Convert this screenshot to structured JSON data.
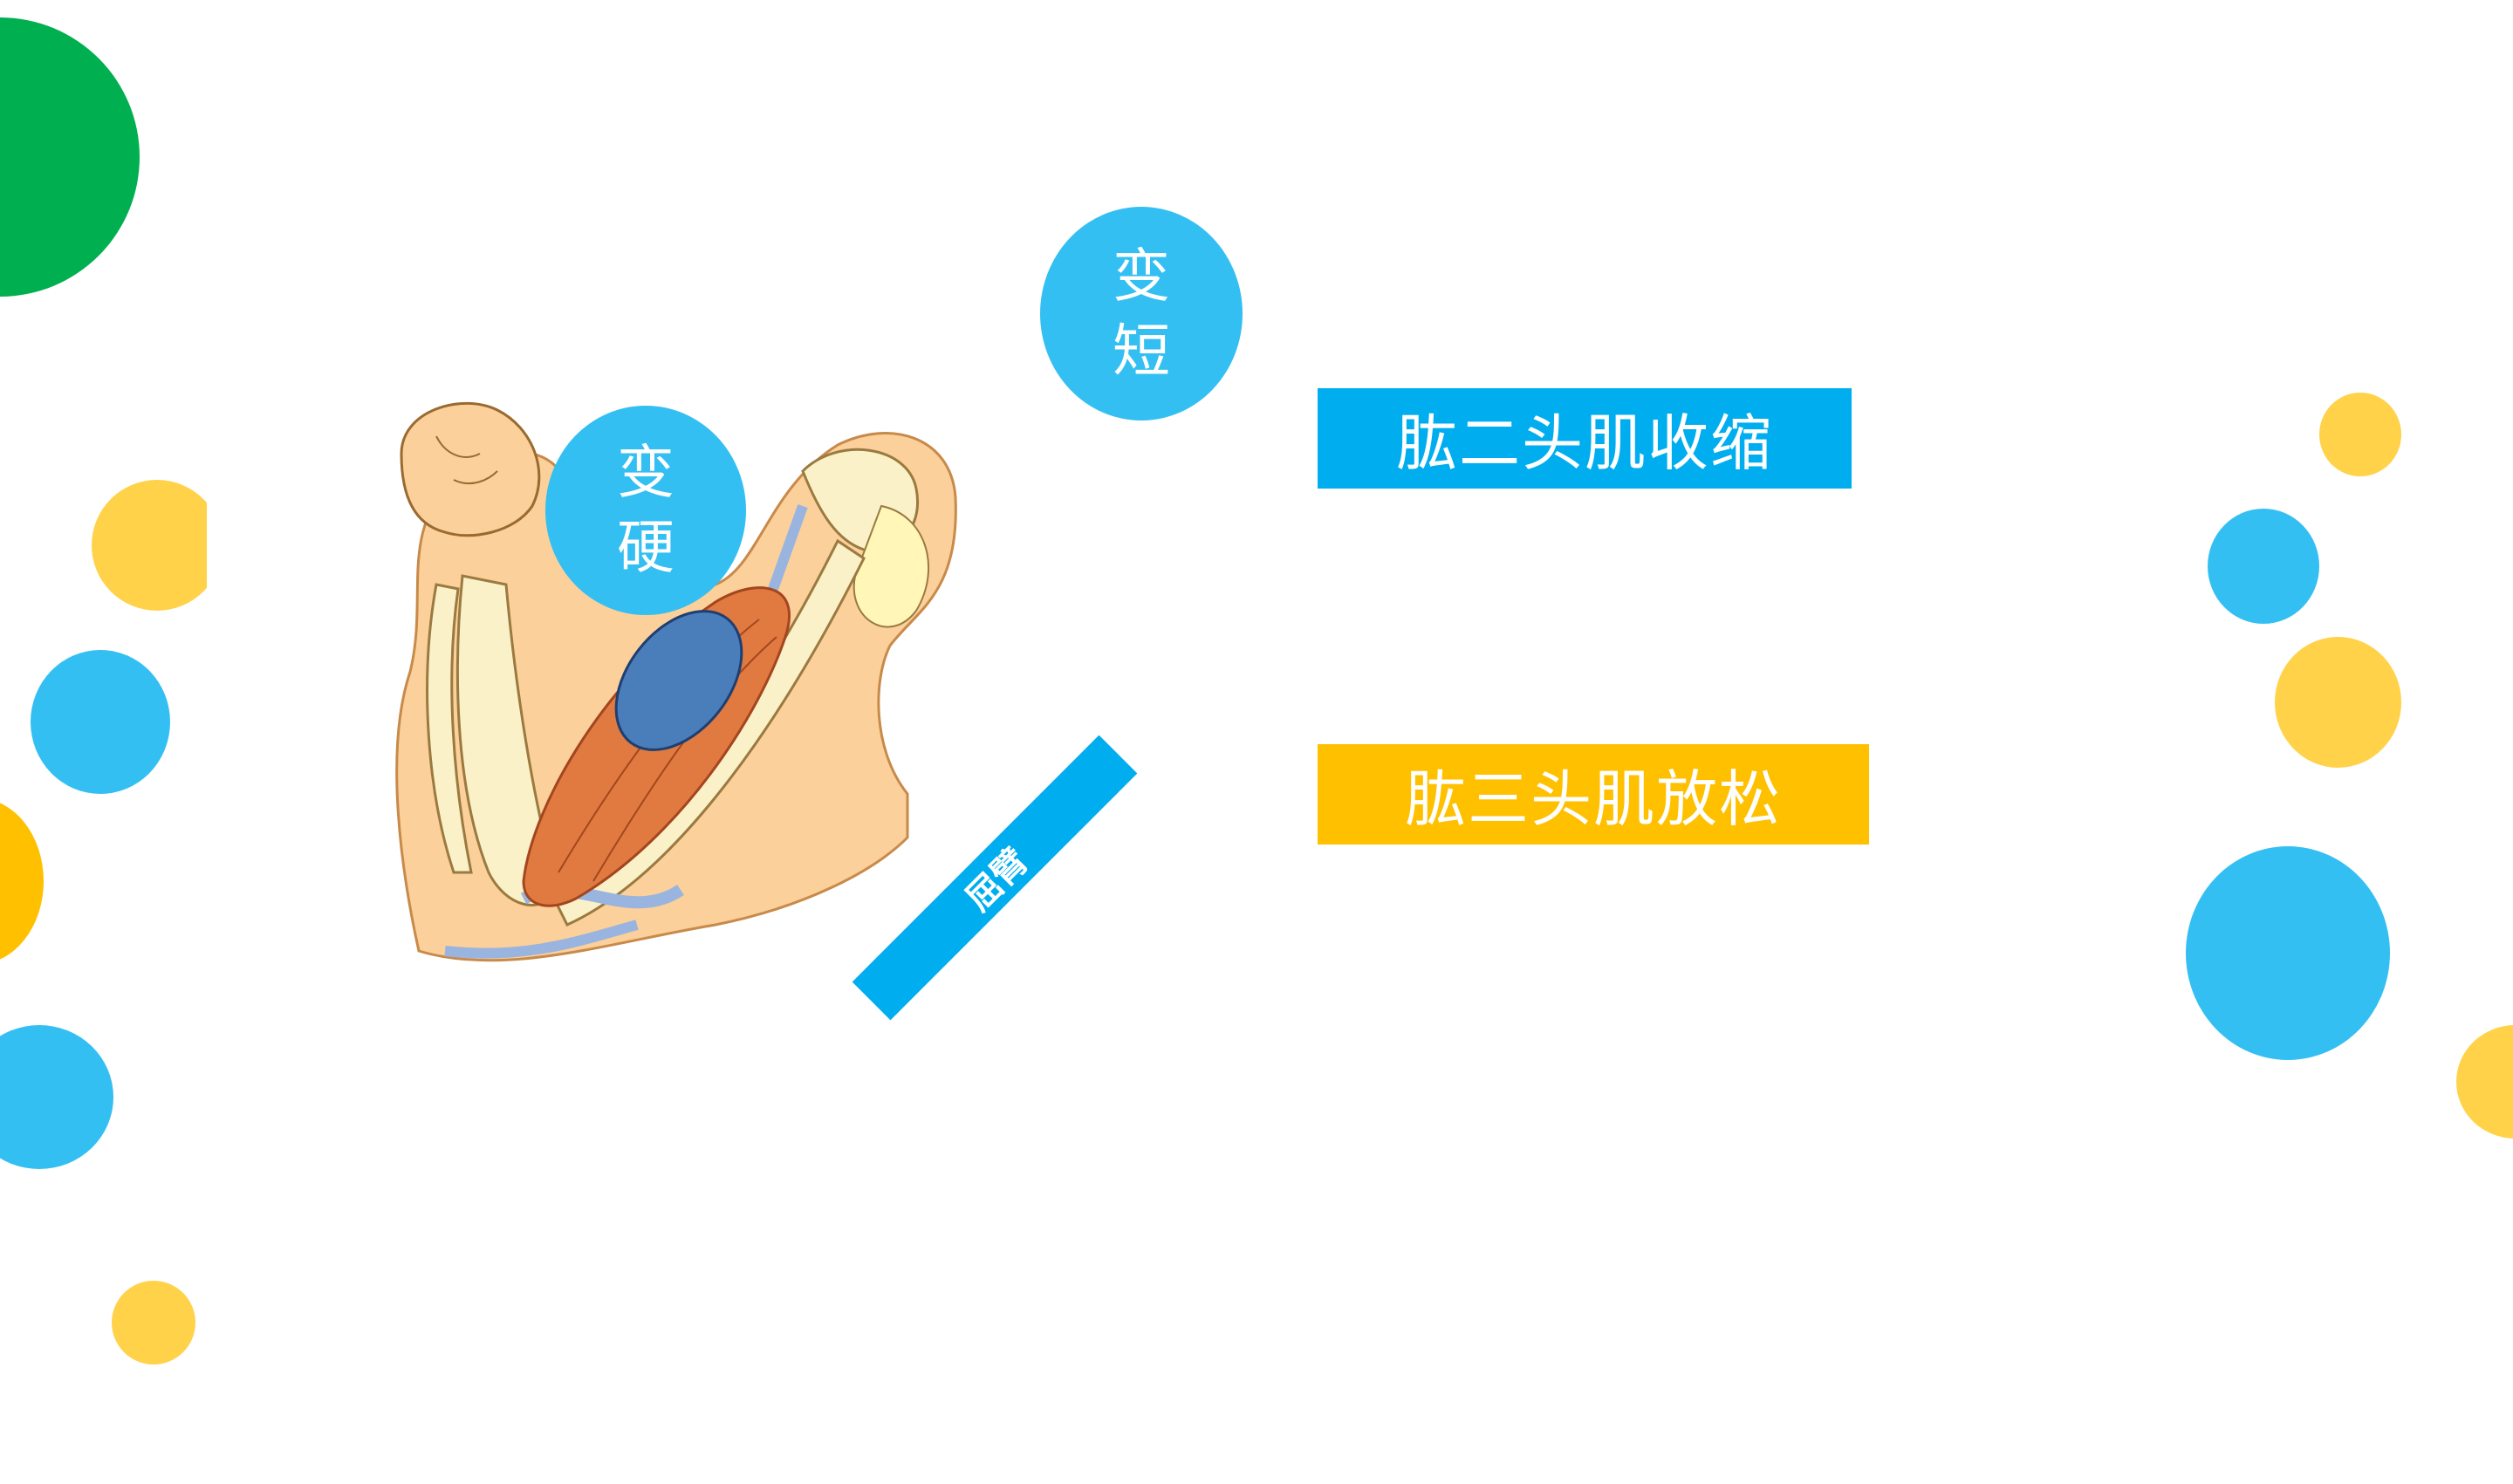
{
  "colors": {
    "green": "#00b050",
    "blue": "#34bff3",
    "blue_dark": "#00aeef",
    "yellow": "#ffd24a",
    "amber": "#ffc000",
    "muscle_blue": "#4a7ebb"
  },
  "bubbles": {
    "hard": {
      "line1": "变",
      "line2": "硬"
    },
    "short": {
      "line1": "变",
      "line2": "短"
    }
  },
  "tag": {
    "label": "屈臂"
  },
  "labels": {
    "biceps": "肱二头肌收缩",
    "triceps": "肱三头肌放松"
  },
  "illustration": {
    "name": "arm-flexing-illustration"
  }
}
